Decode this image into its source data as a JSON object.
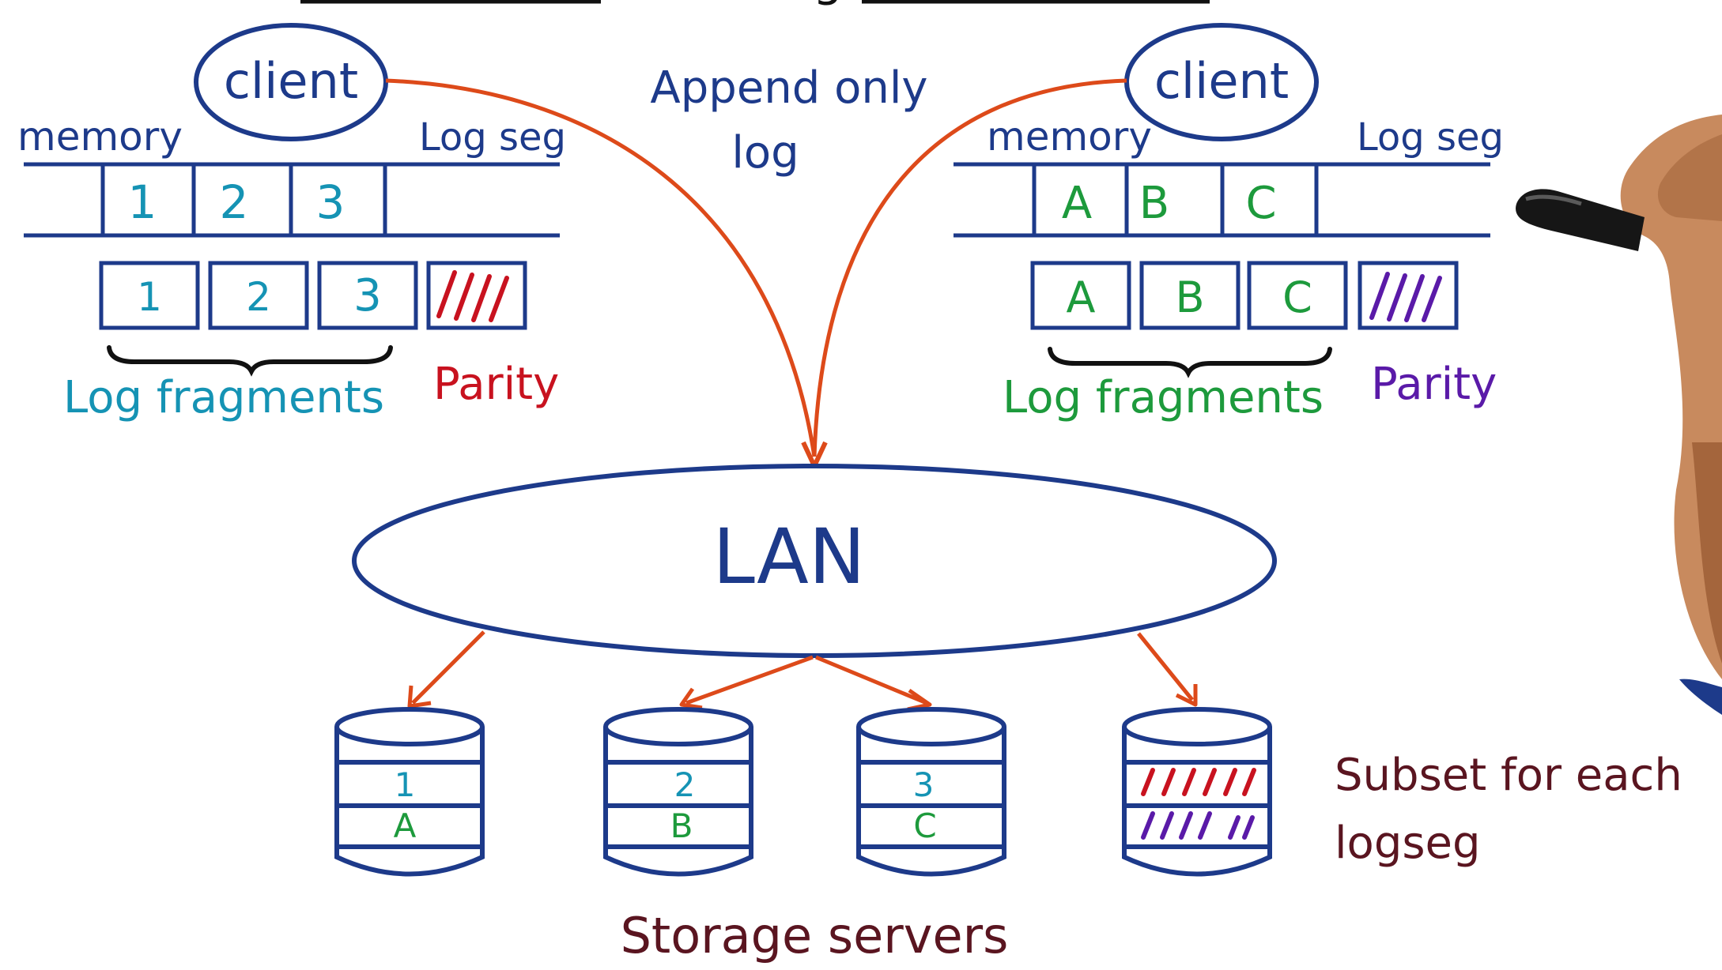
{
  "title_fragment": "g",
  "center_label": {
    "line1": "Append only",
    "line2": "log"
  },
  "left_client": {
    "label": "client",
    "memory_label": "memory",
    "logseg_label": "Log seg",
    "memory_cells": [
      "1",
      "2",
      "3"
    ],
    "fragments": [
      "1",
      "2",
      "3"
    ],
    "fragments_label": "Log fragments",
    "parity_label": "Parity"
  },
  "right_client": {
    "label": "client",
    "memory_label": "memory",
    "logseg_label": "Log seg",
    "memory_cells": [
      "A",
      "B",
      "C"
    ],
    "fragments": [
      "A",
      "B",
      "C"
    ],
    "fragments_label": "Log fragments",
    "parity_label": "Parity"
  },
  "lan_label": "LAN",
  "storage": [
    {
      "top": "1",
      "bottom": "A"
    },
    {
      "top": "2",
      "bottom": "B"
    },
    {
      "top": "3",
      "bottom": "C"
    }
  ],
  "storage_label": "Storage servers",
  "subset_note": {
    "line1": "Subset for each",
    "line2": "logseg"
  },
  "colors": {
    "ink": "#1d3a8a",
    "teal": "#1593b4",
    "green": "#1d9a3c",
    "red": "#c8121f",
    "purple": "#5a1aa8",
    "arrow": "#dd4a1a",
    "maroon": "#5a1520",
    "black": "#111111"
  }
}
